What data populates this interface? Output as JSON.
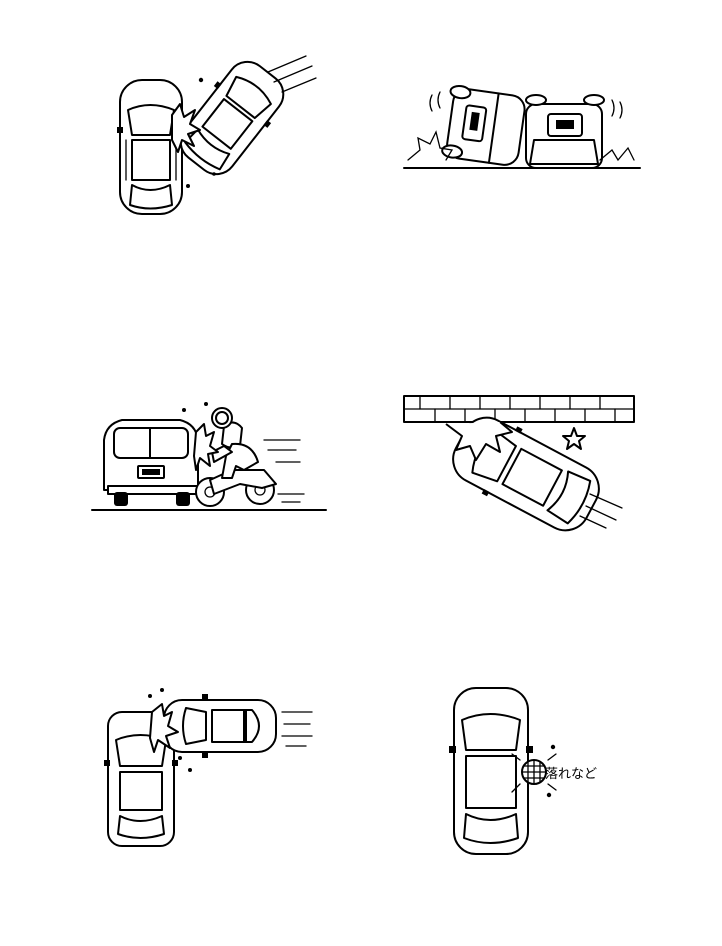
{
  "illustrations": [
    {
      "scene": "side-impact"
    },
    {
      "scene": "rollover"
    },
    {
      "scene": "motorcycle-rear-collision"
    },
    {
      "scene": "wall-scrape"
    },
    {
      "scene": "perpendicular-impact"
    },
    {
      "scene": "underbody-object-impact"
    }
  ],
  "labels": {
    "falling_object": "落れなど"
  },
  "colors": {
    "ink": "#000000",
    "paper": "#ffffff"
  }
}
